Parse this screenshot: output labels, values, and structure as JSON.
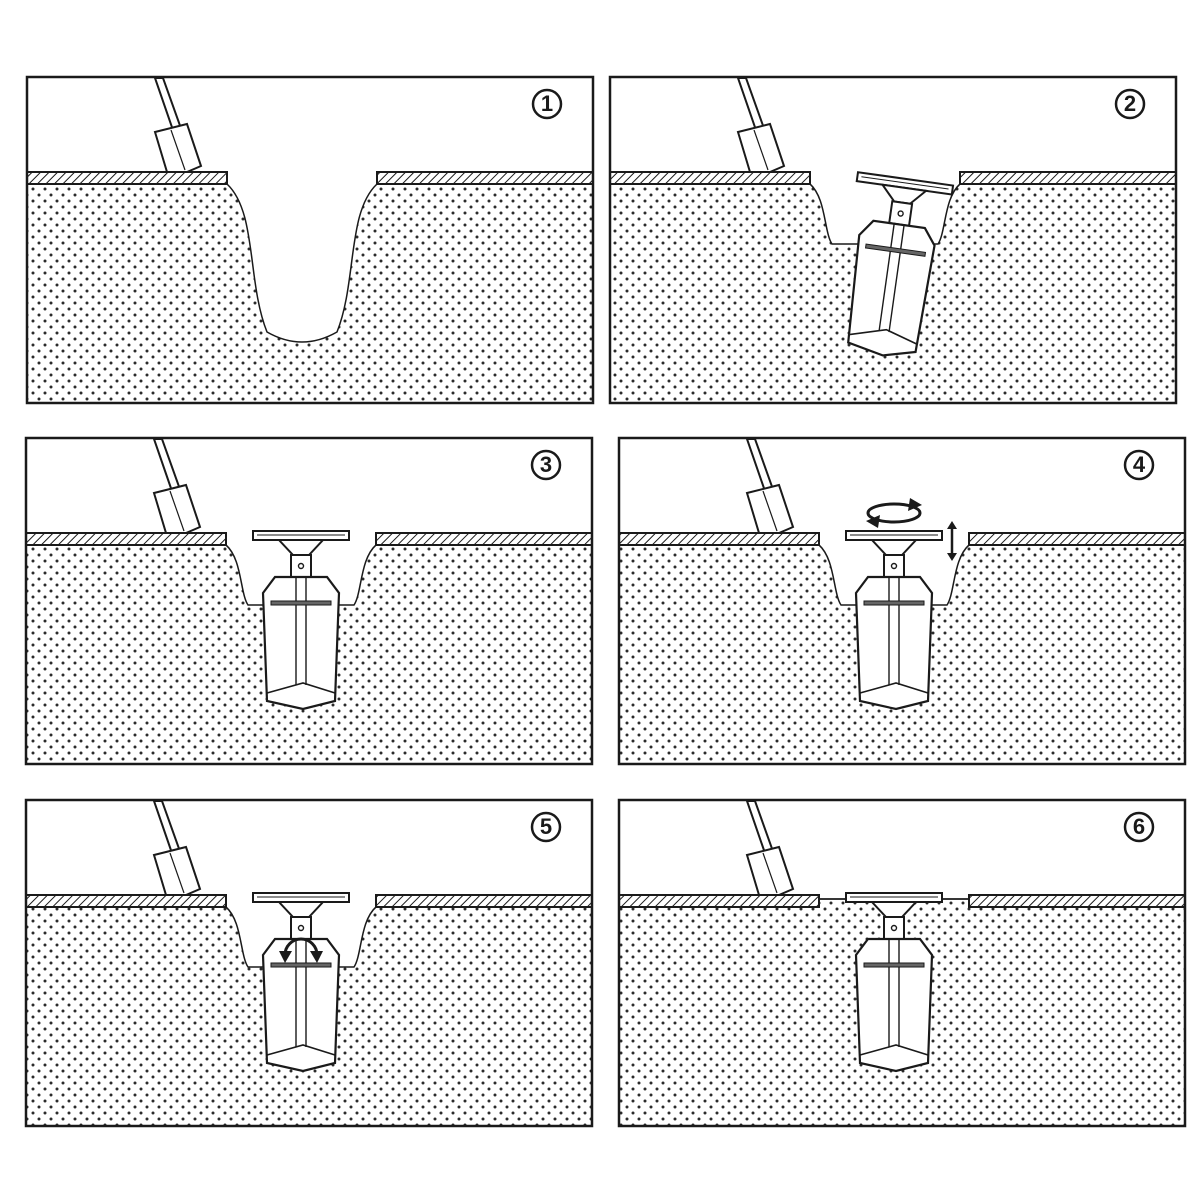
{
  "steps": [
    {
      "label": "1",
      "stage": "dig-hole"
    },
    {
      "label": "2",
      "stage": "insert-anchor-tilted"
    },
    {
      "label": "3",
      "stage": "anchor-in-hole"
    },
    {
      "label": "4",
      "stage": "rotate-adjust-height"
    },
    {
      "label": "5",
      "stage": "tighten-screw"
    },
    {
      "label": "6",
      "stage": "backfill-level"
    }
  ],
  "colors": {
    "ink": "#1a1a1a",
    "soil_dot": "#2b2b2b",
    "background": "#ffffff"
  },
  "icons": [
    "spade-icon",
    "rotate-arrow-icon",
    "height-arrow-icon",
    "screw-turn-icon"
  ]
}
